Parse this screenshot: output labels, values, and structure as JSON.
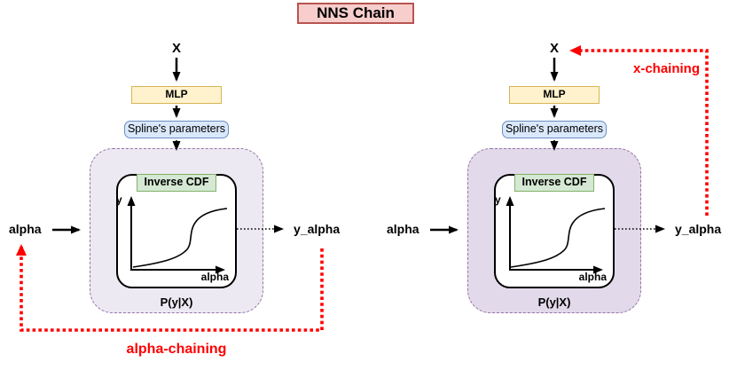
{
  "title": "NNS Chain",
  "colors": {
    "title_fill": "#F8CECC",
    "title_border": "#B85450",
    "mlp_fill": "#FFF2CC",
    "mlp_border": "#D6B656",
    "spline_fill": "#DAE8FC",
    "spline_border": "#6C8EBF",
    "inverse_cdf_fill": "#D5E8D4",
    "inverse_cdf_border": "#82B366",
    "module_border": "#9673A6",
    "module_fill_left": "#EDE9F2",
    "module_fill_right": "#E2DAEA",
    "chain_red": "#FF0000",
    "arrow_black": "#000000"
  },
  "diagrams": [
    {
      "input_var": "X",
      "mlp": "MLP",
      "spline": "Spline's parameters",
      "inverse_cdf": "Inverse CDF",
      "axis_y": "y",
      "axis_x": "alpha",
      "module": "P(y|X)",
      "input": "alpha",
      "output": "y_alpha",
      "chain": "alpha-chaining"
    },
    {
      "input_var": "X",
      "mlp": "MLP",
      "spline": "Spline's parameters",
      "inverse_cdf": "Inverse CDF",
      "axis_y": "y",
      "axis_x": "alpha",
      "module": "P(y|X)",
      "input": "alpha",
      "output": "y_alpha",
      "chain": "x-chaining"
    }
  ]
}
